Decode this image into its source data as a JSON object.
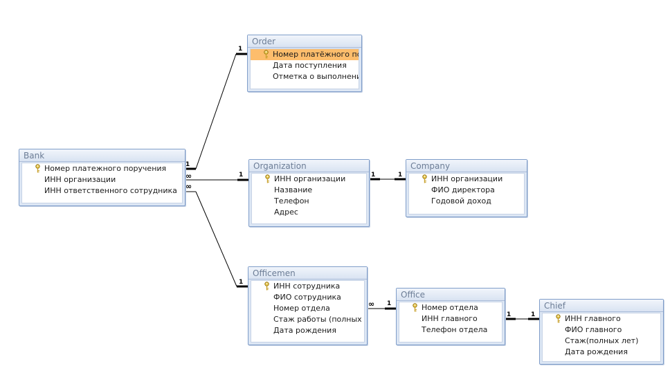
{
  "tables": {
    "order": {
      "title": "Order",
      "fields": [
        "Номер платёжного пор",
        "Дата поступления",
        "Отметка о выполнении"
      ]
    },
    "bank": {
      "title": "Bank",
      "fields": [
        "Номер платежного поручения",
        "ИНН организации",
        "ИНН  ответственного сотрудника"
      ]
    },
    "organization": {
      "title": "Organization",
      "fields": [
        "ИНН организации",
        "Название",
        "Телефон",
        "Адрес"
      ]
    },
    "company": {
      "title": "Company",
      "fields": [
        "ИНН организации",
        "ФИО директора",
        "Годовой доход"
      ]
    },
    "officemen": {
      "title": "Officemen",
      "fields": [
        "ИНН сотрудника",
        "ФИО сотрудника",
        "Номер отдела",
        "Стаж работы (полных лет",
        "Дата рождения"
      ]
    },
    "office": {
      "title": "Office",
      "fields": [
        "Номер отдела",
        "ИНН главного",
        "Телефон отдела"
      ]
    },
    "chief": {
      "title": "Chief",
      "fields": [
        "ИНН главного",
        "ФИО главного",
        "Стаж(полных лет)",
        "Дата рождения"
      ]
    }
  },
  "relationships": {
    "bank_order": {
      "from": "1",
      "to": "1"
    },
    "bank_organization": {
      "from": "∞",
      "to": "1"
    },
    "bank_officemen": {
      "from": "∞",
      "to": "1"
    },
    "organization_company": {
      "from": "1",
      "to": "1"
    },
    "officemen_office": {
      "from": "∞",
      "to": "1"
    },
    "office_chief": {
      "from": "1",
      "to": "1"
    }
  }
}
